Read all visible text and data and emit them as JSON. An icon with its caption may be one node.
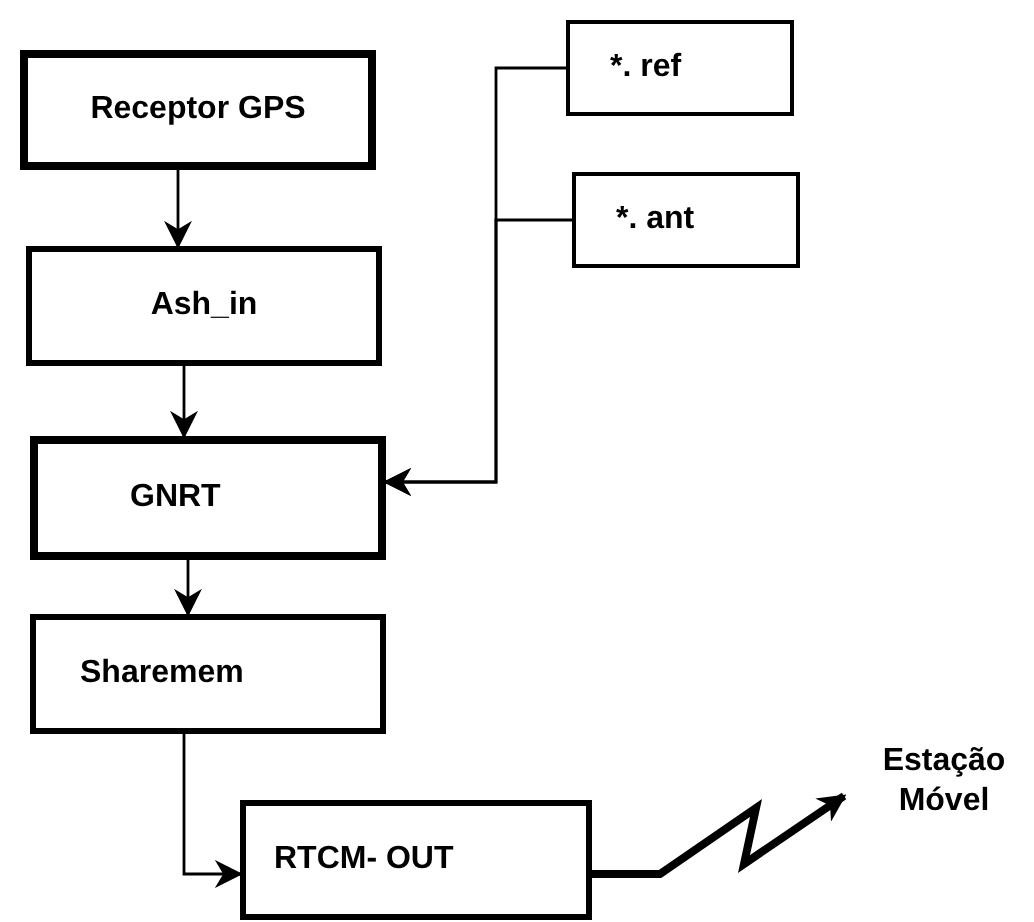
{
  "diagram": {
    "nodes": [
      {
        "text": [
          "Receptor GPS"
        ]
      },
      {
        "text": [
          "Ash_in"
        ]
      },
      {
        "text": [
          "GNRT"
        ]
      },
      {
        "text": [
          "*. ref"
        ]
      },
      {
        "text": [
          "*. ant"
        ]
      },
      {
        "text": [
          "Sharemem"
        ]
      },
      {
        "text": [
          "RTCM- OUT"
        ]
      },
      {
        "text": [
          "Estação Móvel"
        ]
      }
    ],
    "edges": [
      {
        "from": 0,
        "to": 1,
        "arrow": "to"
      },
      {
        "from": 1,
        "to": 2,
        "arrow": "to"
      },
      {
        "from": 3,
        "to": 2,
        "arrow": "to"
      },
      {
        "from": 4,
        "to": 2,
        "arrow": "to"
      },
      {
        "from": 2,
        "to": 5,
        "arrow": "to"
      },
      {
        "from": 5,
        "to": 6,
        "arrow": "to"
      },
      {
        "from": 6,
        "to": 7,
        "arrow": "to",
        "style": "thick"
      }
    ]
  }
}
